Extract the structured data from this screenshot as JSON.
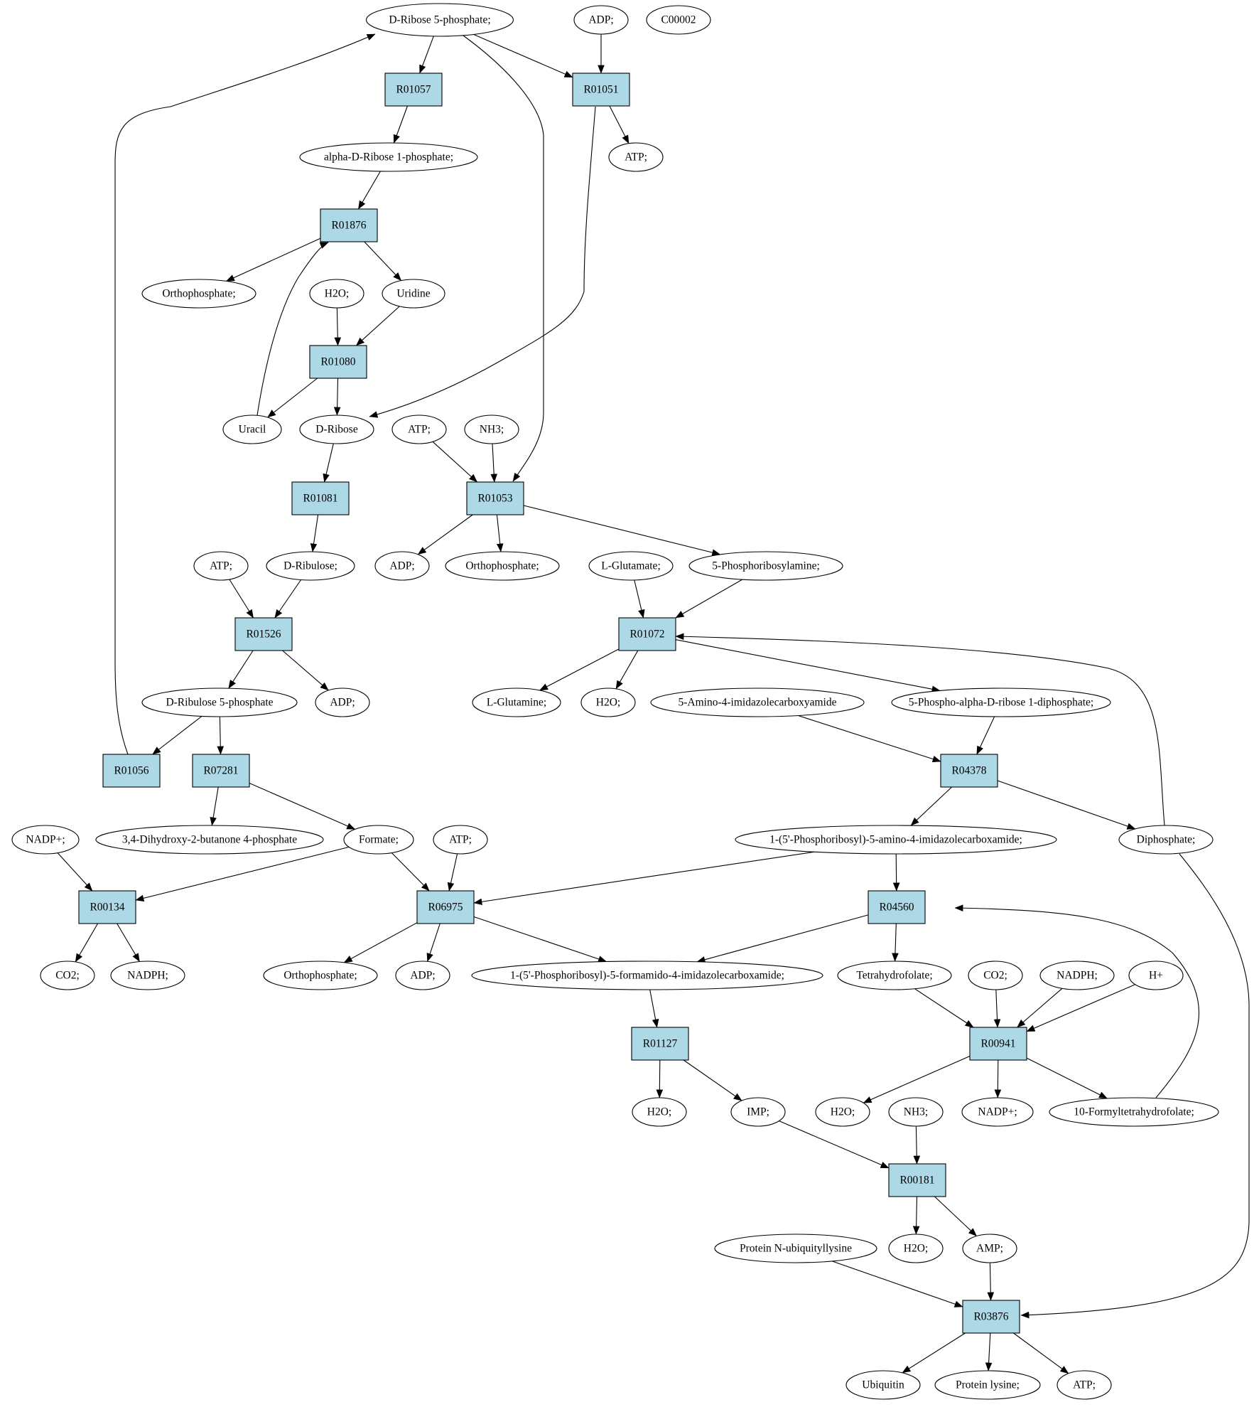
{
  "colors": {
    "reaction_fill": "#add8e6",
    "compound_fill": "#ffffff",
    "highlight_green": "#00ee00",
    "highlight_yellow": "#ffff00",
    "edge": "#000000"
  },
  "compounds": [
    {
      "id": "c_r5p",
      "label": "D-Ribose 5-phosphate;",
      "highlight": "green"
    },
    {
      "id": "c_adp_top",
      "label": "ADP;"
    },
    {
      "id": "c_c00002",
      "label": "C00002",
      "highlight": "yellow"
    },
    {
      "id": "c_atp1",
      "label": "ATP;"
    },
    {
      "id": "c_ar1p",
      "label": "alpha-D-Ribose 1-phosphate;"
    },
    {
      "id": "c_orth1",
      "label": "Orthophosphate;"
    },
    {
      "id": "c_h2o1",
      "label": "H2O;"
    },
    {
      "id": "c_uridine",
      "label": "Uridine"
    },
    {
      "id": "c_uracil",
      "label": "Uracil"
    },
    {
      "id": "c_dribose",
      "label": "D-Ribose"
    },
    {
      "id": "c_atp2",
      "label": "ATP;"
    },
    {
      "id": "c_nh3a",
      "label": "NH3;"
    },
    {
      "id": "c_atp3",
      "label": "ATP;"
    },
    {
      "id": "c_dribulose",
      "label": "D-Ribulose;"
    },
    {
      "id": "c_adp2",
      "label": "ADP;"
    },
    {
      "id": "c_orth2",
      "label": "Orthophosphate;"
    },
    {
      "id": "c_lglu",
      "label": "L-Glutamate;"
    },
    {
      "id": "c_5pra",
      "label": "5-Phosphoribosylamine;"
    },
    {
      "id": "c_dru5p",
      "label": "D-Ribulose 5-phosphate"
    },
    {
      "id": "c_adp3",
      "label": "ADP;"
    },
    {
      "id": "c_lgln",
      "label": "L-Glutamine;"
    },
    {
      "id": "c_h2o2",
      "label": "H2O;"
    },
    {
      "id": "c_aica",
      "label": "5-Amino-4-imidazolecarboxyamide"
    },
    {
      "id": "c_prpp",
      "label": "5-Phospho-alpha-D-ribose 1-diphosphate;"
    },
    {
      "id": "c_nadpp1",
      "label": "NADP+;"
    },
    {
      "id": "c_dhbp",
      "label": "3,4-Dihydroxy-2-butanone 4-phosphate"
    },
    {
      "id": "c_formate",
      "label": "Formate;"
    },
    {
      "id": "c_atp4",
      "label": "ATP;"
    },
    {
      "id": "c_aicar",
      "label": "1-(5'-Phosphoribosyl)-5-amino-4-imidazolecarboxamide;"
    },
    {
      "id": "c_ppi",
      "label": "Diphosphate;"
    },
    {
      "id": "c_co2a",
      "label": "CO2;"
    },
    {
      "id": "c_nadph1",
      "label": "NADPH;"
    },
    {
      "id": "c_orth3",
      "label": "Orthophosphate;"
    },
    {
      "id": "c_adp4",
      "label": "ADP;"
    },
    {
      "id": "c_faicar",
      "label": "1-(5'-Phosphoribosyl)-5-formamido-4-imidazolecarboxamide;"
    },
    {
      "id": "c_thf",
      "label": "Tetrahydrofolate;"
    },
    {
      "id": "c_co2b",
      "label": "CO2;"
    },
    {
      "id": "c_nadph2",
      "label": "NADPH;"
    },
    {
      "id": "c_hplus",
      "label": "H+"
    },
    {
      "id": "c_h2o3",
      "label": "H2O;"
    },
    {
      "id": "c_imp",
      "label": "IMP;"
    },
    {
      "id": "c_h2o4",
      "label": "H2O;"
    },
    {
      "id": "c_nh3b",
      "label": "NH3;"
    },
    {
      "id": "c_nadpp2",
      "label": "NADP+;"
    },
    {
      "id": "c_10fthf",
      "label": "10-Formyltetrahydrofolate;"
    },
    {
      "id": "c_pnul",
      "label": "Protein N-ubiquityllysine"
    },
    {
      "id": "c_h2o5",
      "label": "H2O;"
    },
    {
      "id": "c_amp",
      "label": "AMP;"
    },
    {
      "id": "c_ubq",
      "label": "Ubiquitin"
    },
    {
      "id": "c_plys",
      "label": "Protein lysine;"
    },
    {
      "id": "c_atp5",
      "label": "ATP;"
    }
  ],
  "reactions": [
    {
      "id": "R01057",
      "label": "R01057"
    },
    {
      "id": "R01051",
      "label": "R01051"
    },
    {
      "id": "R01876",
      "label": "R01876"
    },
    {
      "id": "R01080",
      "label": "R01080"
    },
    {
      "id": "R01081",
      "label": "R01081"
    },
    {
      "id": "R01053",
      "label": "R01053"
    },
    {
      "id": "R01526",
      "label": "R01526"
    },
    {
      "id": "R01072",
      "label": "R01072"
    },
    {
      "id": "R01056",
      "label": "R01056"
    },
    {
      "id": "R07281",
      "label": "R07281"
    },
    {
      "id": "R04378",
      "label": "R04378"
    },
    {
      "id": "R00134",
      "label": "R00134"
    },
    {
      "id": "R06975",
      "label": "R06975"
    },
    {
      "id": "R04560",
      "label": "R04560"
    },
    {
      "id": "R01127",
      "label": "R01127"
    },
    {
      "id": "R00941",
      "label": "R00941"
    },
    {
      "id": "R00181",
      "label": "R00181"
    },
    {
      "id": "R03876",
      "label": "R03876"
    }
  ],
  "edges": [
    [
      "c_r5p",
      "R01057"
    ],
    [
      "c_r5p",
      "R01051"
    ],
    [
      "c_r5p",
      "R01053"
    ],
    [
      "c_adp_top",
      "R01051"
    ],
    [
      "R01051",
      "c_atp1"
    ],
    [
      "R01051",
      "c_dribose"
    ],
    [
      "R01057",
      "c_ar1p"
    ],
    [
      "c_ar1p",
      "R01876"
    ],
    [
      "R01876",
      "c_orth1"
    ],
    [
      "R01876",
      "c_uridine"
    ],
    [
      "c_h2o1",
      "R01080"
    ],
    [
      "c_uridine",
      "R01080"
    ],
    [
      "R01080",
      "c_uracil"
    ],
    [
      "R01080",
      "c_dribose"
    ],
    [
      "c_uracil",
      "R01876"
    ],
    [
      "c_dribose",
      "R01081"
    ],
    [
      "R01081",
      "c_dribulose"
    ],
    [
      "c_atp2",
      "R01053"
    ],
    [
      "c_nh3a",
      "R01053"
    ],
    [
      "R01053",
      "c_adp2"
    ],
    [
      "R01053",
      "c_orth2"
    ],
    [
      "R01053",
      "c_5pra"
    ],
    [
      "c_atp3",
      "R01526"
    ],
    [
      "c_dribulose",
      "R01526"
    ],
    [
      "R01526",
      "c_dru5p"
    ],
    [
      "R01526",
      "c_adp3"
    ],
    [
      "c_lglu",
      "R01072"
    ],
    [
      "c_5pra",
      "R01072"
    ],
    [
      "R01072",
      "c_lgln"
    ],
    [
      "R01072",
      "c_h2o2"
    ],
    [
      "R01072",
      "c_prpp"
    ],
    [
      "c_ppi",
      "R01072"
    ],
    [
      "c_dru5p",
      "R01056"
    ],
    [
      "R01056",
      "c_r5p"
    ],
    [
      "c_dru5p",
      "R07281"
    ],
    [
      "R07281",
      "c_dhbp"
    ],
    [
      "R07281",
      "c_formate"
    ],
    [
      "c_aica",
      "R04378"
    ],
    [
      "c_prpp",
      "R04378"
    ],
    [
      "R04378",
      "c_aicar"
    ],
    [
      "R04378",
      "c_ppi"
    ],
    [
      "c_nadpp1",
      "R00134"
    ],
    [
      "c_formate",
      "R00134"
    ],
    [
      "R00134",
      "c_co2a"
    ],
    [
      "R00134",
      "c_nadph1"
    ],
    [
      "c_formate",
      "R06975"
    ],
    [
      "c_atp4",
      "R06975"
    ],
    [
      "c_aicar",
      "R06975"
    ],
    [
      "R06975",
      "c_orth3"
    ],
    [
      "R06975",
      "c_adp4"
    ],
    [
      "R06975",
      "c_faicar"
    ],
    [
      "c_aicar",
      "R04560"
    ],
    [
      "c_10fthf",
      "R04560"
    ],
    [
      "R04560",
      "c_faicar"
    ],
    [
      "R04560",
      "c_thf"
    ],
    [
      "c_faicar",
      "R01127"
    ],
    [
      "R01127",
      "c_h2o4"
    ],
    [
      "R01127",
      "c_imp"
    ],
    [
      "c_thf",
      "R00941"
    ],
    [
      "c_co2b",
      "R00941"
    ],
    [
      "c_nadph2",
      "R00941"
    ],
    [
      "c_hplus",
      "R00941"
    ],
    [
      "R00941",
      "c_h2o3"
    ],
    [
      "R00941",
      "c_nadpp2"
    ],
    [
      "R00941",
      "c_10fthf"
    ],
    [
      "c_imp",
      "R00181"
    ],
    [
      "c_nh3b",
      "R00181"
    ],
    [
      "R00181",
      "c_h2o5"
    ],
    [
      "R00181",
      "c_amp"
    ],
    [
      "c_pnul",
      "R03876"
    ],
    [
      "c_amp",
      "R03876"
    ],
    [
      "c_ppi",
      "R03876"
    ],
    [
      "R03876",
      "c_ubq"
    ],
    [
      "R03876",
      "c_plys"
    ],
    [
      "R03876",
      "c_atp5"
    ]
  ]
}
